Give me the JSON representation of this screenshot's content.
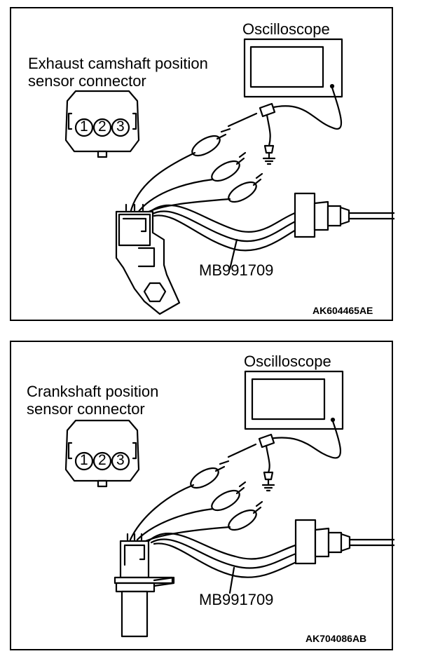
{
  "panels": [
    {
      "oscilloscope_label": "Oscilloscope",
      "connector_label_line1": "Exhaust camshaft position",
      "connector_label_line2": "sensor connector",
      "tool_label": "MB991709",
      "figure_code": "AK604465AE",
      "pins": [
        "1",
        "2",
        "3"
      ]
    },
    {
      "oscilloscope_label": "Oscilloscope",
      "connector_label_line1": "Crankshaft position",
      "connector_label_line2": "sensor connector",
      "tool_label": "MB991709",
      "figure_code": "AK704086AB",
      "pins": [
        "1",
        "2",
        "3"
      ]
    }
  ]
}
